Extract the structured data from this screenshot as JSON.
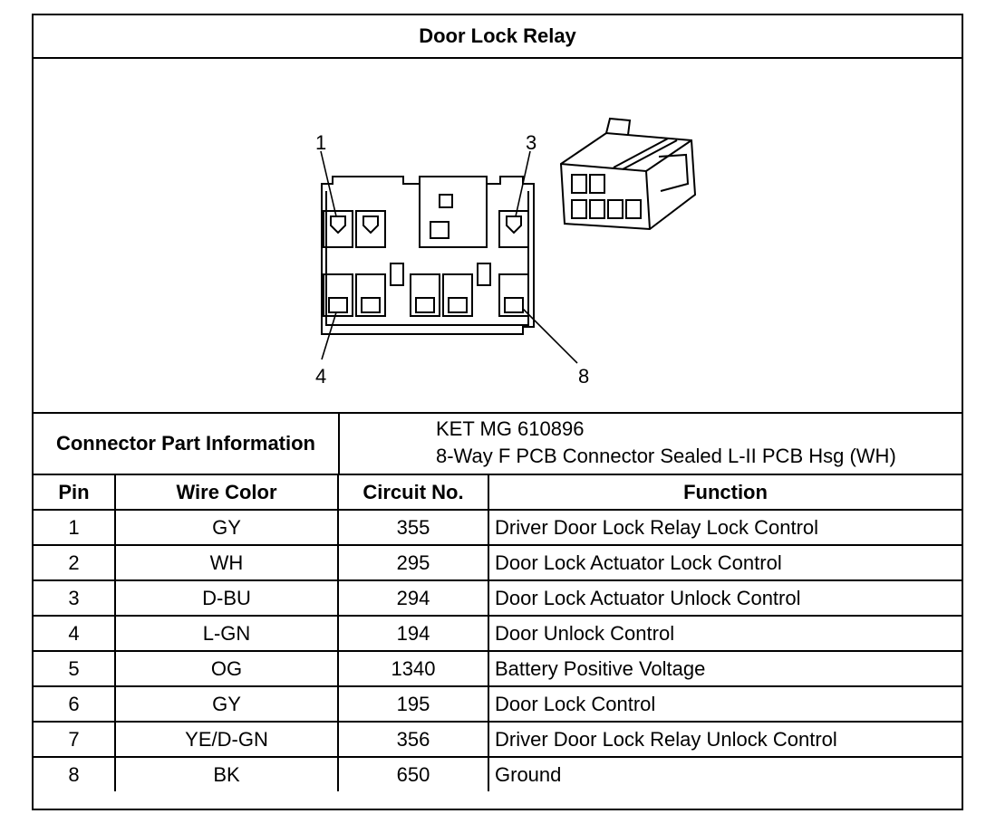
{
  "title": "Door Lock Relay",
  "diagram": {
    "pin_labels": [
      "1",
      "3",
      "4",
      "8"
    ]
  },
  "connector_info": {
    "label": "Connector Part Information",
    "line1": "KET MG 610896",
    "line2": "8-Way F PCB Connector Sealed L-II PCB Hsg (WH)"
  },
  "table": {
    "headers": [
      "Pin",
      "Wire Color",
      "Circuit No.",
      "Function"
    ],
    "rows": [
      [
        "1",
        "GY",
        "355",
        "Driver Door Lock Relay Lock Control"
      ],
      [
        "2",
        "WH",
        "295",
        "Door Lock Actuator Lock Control"
      ],
      [
        "3",
        "D-BU",
        "294",
        "Door Lock Actuator Unlock Control"
      ],
      [
        "4",
        "L-GN",
        "194",
        "Door Unlock Control"
      ],
      [
        "5",
        "OG",
        "1340",
        "Battery Positive Voltage"
      ],
      [
        "6",
        "GY",
        "195",
        "Door Lock Control"
      ],
      [
        "7",
        "YE/D-GN",
        "356",
        "Driver Door Lock Relay Unlock Control"
      ],
      [
        "8",
        "BK",
        "650",
        "Ground"
      ]
    ]
  }
}
